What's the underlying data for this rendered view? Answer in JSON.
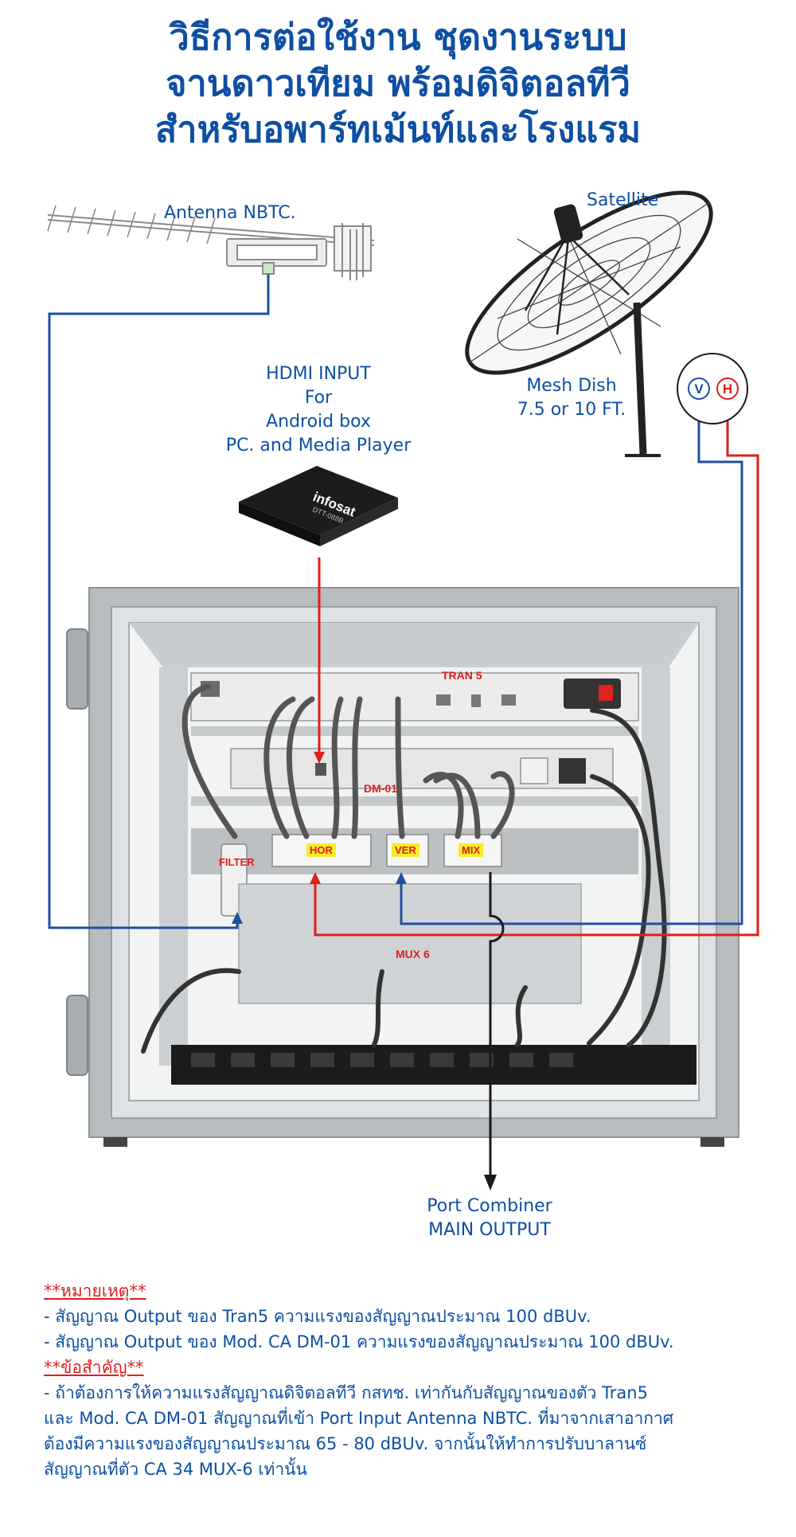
{
  "title": {
    "line1": "วิธีการต่อใช้งาน ชุดงานระบบ",
    "line2": "จานดาวเทียม พร้อมดิจิตอลทีวี",
    "line3": "สำหรับอพาร์ทเม้นท์และโรงแรม"
  },
  "labels": {
    "antenna": "Antenna NBTC.",
    "satellite": "Satellite",
    "hdmi": [
      "HDMI INPUT",
      "For",
      "Android box",
      "PC. and Media Player"
    ],
    "dish": [
      "Mesh Dish",
      "7.5 or 10 FT."
    ],
    "v": "V",
    "h": "H",
    "box_brand": "infosat",
    "box_model": "DTT-088B",
    "output": [
      "Port Combiner",
      "MAIN OUTPUT"
    ]
  },
  "components": {
    "tran5": "TRAN 5",
    "dm01": "DM-01",
    "filter": "FILTER",
    "hor": "HOR",
    "ver": "VER",
    "mix": "MIX",
    "mux6": "MUX 6"
  },
  "notes": {
    "head1": "**หมายเหตุ**",
    "note1": "- สัญญาณ Output ของ Tran5 ความแรงของสัญญาณประมาณ 100 dBUv.",
    "note2": "- สัญญาณ Output ของ Mod. CA DM-01 ความแรงของสัญญาณประมาณ 100 dBUv.",
    "head2": "**ข้อสำคัญ**",
    "imp1": "- ถ้าต้องการให้ความแรงสัญญาณดิจิตอลทีวี กสทช. เท่ากันกับสัญญาณของตัว Tran5",
    "imp2": "และ Mod. CA DM-01 สัญญาณที่เข้า Port Input Antenna NBTC. ที่มาจากเสาอากาศ",
    "imp3": "ต้องมีความแรงของสัญญาณประมาณ 65 - 80 dBUv. จากนั้นให้ทำการปรับบาลานซ์",
    "imp4": "สัญญาณที่ตัว CA 34 MUX-6 เท่านั้น"
  },
  "colors": {
    "title_blue": "#0e4fa3",
    "wire_blue": "#1f4fa0",
    "wire_red": "#e01e1e",
    "highlight_yellow": "#f4ee2a"
  }
}
